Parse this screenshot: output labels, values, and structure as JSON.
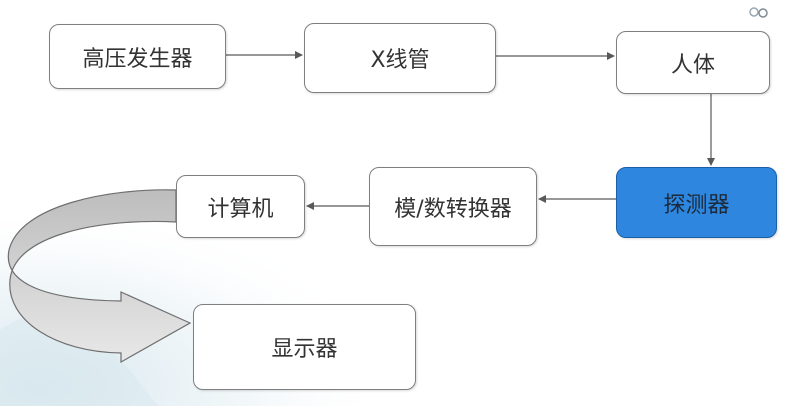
{
  "nodes": {
    "hv_generator": "高压发生器",
    "xray_tube": "X线管",
    "human_body": "人体",
    "detector": "探测器",
    "ad_converter": "模/数转换器",
    "computer": "计算机",
    "display": "显示器"
  },
  "colors": {
    "detector_fill": "#2e86de",
    "connector": "#595959",
    "curved_arrow_fill": "#d0d0d0"
  }
}
